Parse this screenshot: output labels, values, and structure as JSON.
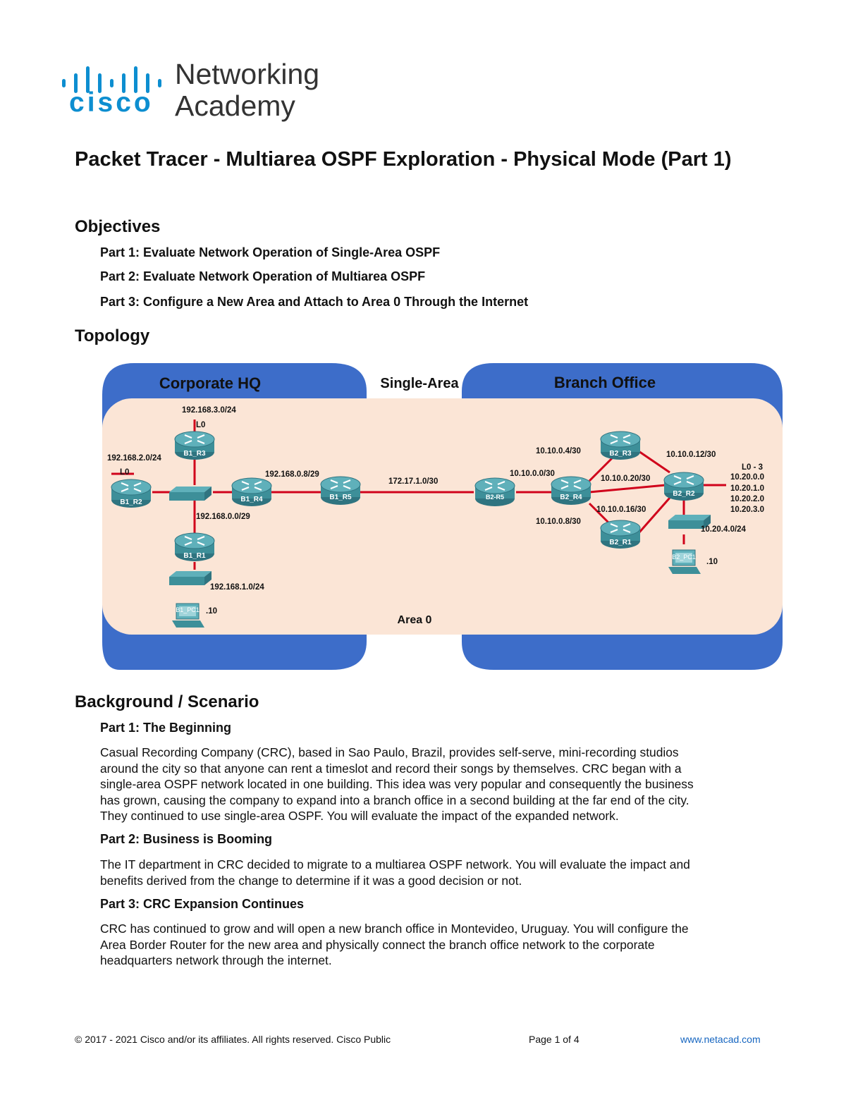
{
  "header": {
    "logo_word": "cisco",
    "logo_line1": "Networking",
    "logo_line2": "Academy",
    "brand_color": "#0d8ed0"
  },
  "title": "Packet Tracer - Multiarea OSPF Exploration - Physical Mode (Part 1)",
  "objectives": {
    "heading": "Objectives",
    "items": [
      "Part 1: Evaluate Network Operation of Single-Area OSPF",
      "Part 2: Evaluate Network Operation of Multiarea OSPF",
      "Part 3: Configure a New Area and Attach to Area 0 Through the Internet"
    ]
  },
  "topology": {
    "heading": "Topology",
    "area_labels": {
      "left": "Corporate HQ",
      "middle": "Single-Area",
      "right": "Branch Office",
      "bottom": "Area 0"
    },
    "routers": {
      "b1_r1": "B1_R1",
      "b1_r2": "B1_R2",
      "b1_r3": "B1_R3",
      "b1_r4": "B1_R4",
      "b1_r5": "B1_R5",
      "b2_r1": "B2_R1",
      "b2_r2": "B2_R2",
      "b2_r3": "B2_R3",
      "b2_r4": "B2_R4",
      "b2_r5": "B2-R5"
    },
    "pcs": {
      "b1_pc1": "B1_PC1",
      "b2_pc1": "B2_PC1"
    },
    "networks": {
      "n192_3": "192.168.3.0/24",
      "lo_b1r3": "L0",
      "n192_2": "192.168.2.0/24",
      "lo_b1r2": "L0",
      "n192_8": "192.168.0.8/29",
      "n192_0": "192.168.0.0/29",
      "n192_1": "192.168.1.0/24",
      "pc1_host": ".10",
      "n172": "172.17.1.0/30",
      "n10_4": "10.10.0.4/30",
      "n10_0": "10.10.0.0/30",
      "n10_12": "10.10.0.12/30",
      "n10_20": "10.10.0.20/30",
      "n10_16": "10.10.0.16/30",
      "n10_8": "10.10.0.8/30",
      "lo_b2r2": "L0 - 3",
      "lo0": "10.20.0.0",
      "lo1": "10.20.1.0",
      "lo2": "10.20.2.0",
      "lo3": "10.20.3.0",
      "n10_20_4": "10.20.4.0/24",
      "pc2_host": ".10"
    },
    "colors": {
      "area_bg": "#fbe5d6",
      "area_border": "#3d6dc9",
      "link": "#d0021b",
      "router": "#3d8f99"
    }
  },
  "background": {
    "heading": "Background / Scenario",
    "parts": [
      {
        "title": "Part 1: The Beginning",
        "lines": [
          "Casual Recording Company (CRC), based in Sao Paulo, Brazil, provides self-serve, mini-recording studios",
          "around the city so that anyone can rent a timeslot and record their songs by themselves. CRC began with a",
          "single-area OSPF network located in one building. This idea was very popular and consequently the business",
          "has grown, causing the company to expand into a branch office in a second building at the far end of the city.",
          "They continued to use single-area OSPF.  You will evaluate the impact of the expanded network."
        ]
      },
      {
        "title": "Part 2: Business is Booming",
        "lines": [
          "The IT department in CRC decided to migrate to a multiarea OSPF network. You will evaluate the impact and",
          "benefits derived from the change to determine if it was a good decision or not."
        ]
      },
      {
        "title": "Part 3: CRC Expansion Continues",
        "lines": [
          "CRC has continued to grow and will open a new branch office in Montevideo, Uruguay. You will configure the",
          "Area Border Router for the new area and physically connect the branch office network to the corporate",
          "headquarters network through the internet."
        ]
      }
    ]
  },
  "footer": {
    "copyright": "© 2017 - 2021 Cisco and/or its affiliates. All rights reserved. Cisco Public",
    "page": "Page 1 of 4",
    "url": "www.netacad.com"
  }
}
